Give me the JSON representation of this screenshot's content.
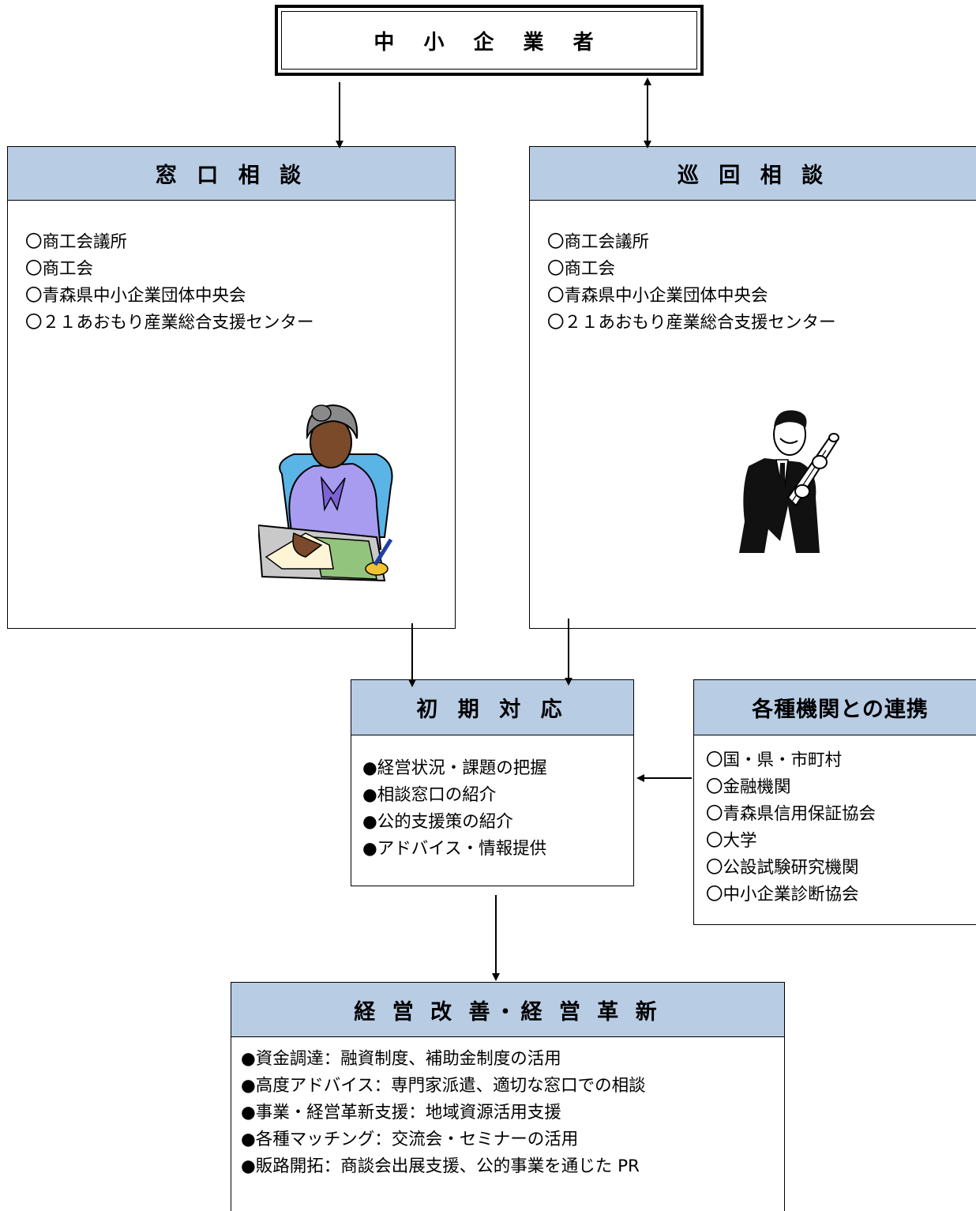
{
  "top": {
    "title": "中 小 企 業 者"
  },
  "window": {
    "title": "窓 口 相 談",
    "items": [
      "〇商工会議所",
      "〇商工会",
      "〇青森県中小企業団体中央会",
      "〇２１あおもり産業総合支援センター"
    ],
    "image": "woman-at-desk-clipart"
  },
  "visit": {
    "title": "巡 回 相 談",
    "items": [
      "〇商工会議所",
      "〇商工会",
      "〇青森県中小企業団体中央会",
      "〇２１あおもり産業総合支援センター"
    ],
    "image": "man-with-blueprint-clipart"
  },
  "initial": {
    "title": "初 期 対 応",
    "items": [
      "●経営状況・課題の把握",
      "●相談窓口の紹介",
      "●公的支援策の紹介",
      "●アドバイス・情報提供"
    ]
  },
  "partners": {
    "title": "各種機関との連携",
    "items": [
      "〇国・県・市町村",
      "〇金融機関",
      "〇青森県信用保証協会",
      "〇大学",
      "〇公設試験研究機関",
      "〇中小企業診断協会"
    ]
  },
  "improve": {
    "title": "経 営 改 善・経 営 革 新",
    "items": [
      "●資金調達：融資制度、補助金制度の活用",
      "●高度アドバイス：専門家派遣、適切な窓口での相談",
      "●事業・経営革新支援：地域資源活用支援",
      "●各種マッチング：交流会・セミナーの活用",
      "●販路開拓：商談会出展支援、公的事業を通じた PR"
    ]
  },
  "colors": {
    "header_fill": "#b8cce4",
    "line": "#000000"
  }
}
